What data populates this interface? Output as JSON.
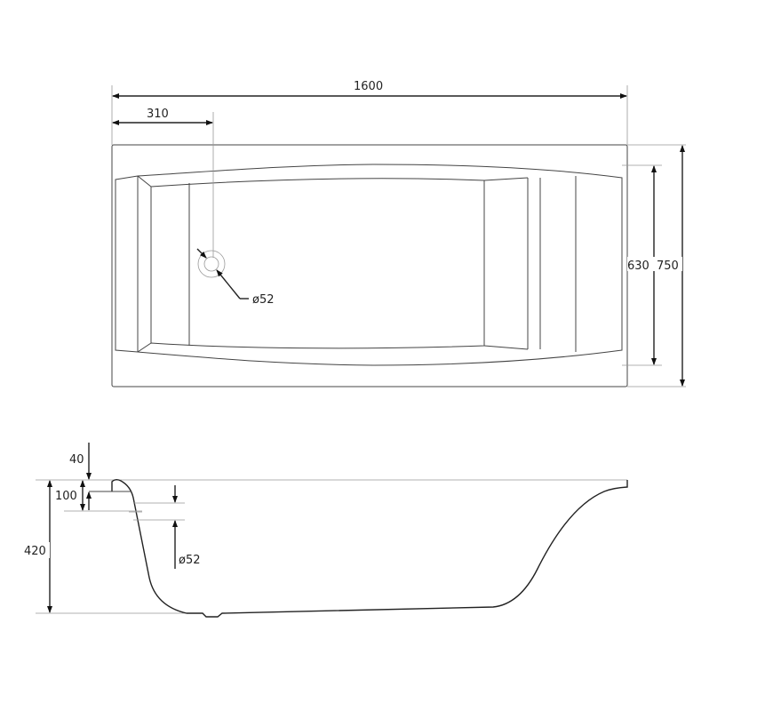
{
  "top_view": {
    "length_label": "1600",
    "drain_offset_label": "310",
    "inner_width_label": "630",
    "outer_width_label": "750",
    "drain_diameter_label": "ø52"
  },
  "side_view": {
    "rim_label": "40",
    "overflow_label": "100",
    "height_label": "420",
    "overflow_diameter_label": "ø52"
  },
  "colors": {
    "line": "#444444",
    "text": "#222222"
  }
}
